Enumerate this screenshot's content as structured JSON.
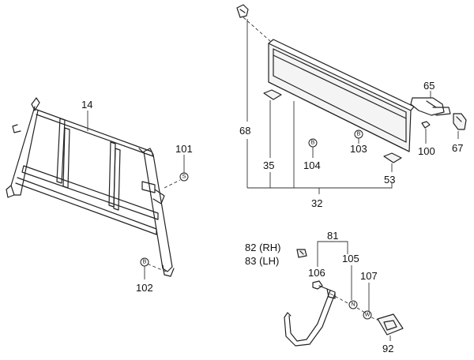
{
  "labels": {
    "p14": "14",
    "p101": "101",
    "p102": "102",
    "p68": "68",
    "p65": "65",
    "p35": "35",
    "p104": "104",
    "p103": "103",
    "p100": "100",
    "p67": "67",
    "p53": "53",
    "p32": "32",
    "p81": "81",
    "p82": "82 (RH)",
    "p83": "83 (LH)",
    "p106": "106",
    "p105": "105",
    "p107": "107",
    "p92": "92"
  },
  "symbols": {
    "s": "S",
    "b": "B",
    "n": "N",
    "w": "W"
  }
}
